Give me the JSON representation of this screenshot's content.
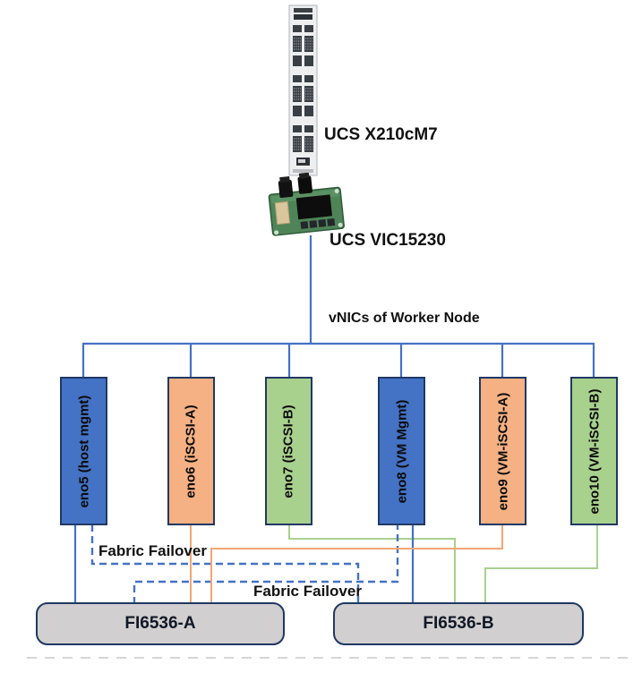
{
  "labels": {
    "server": "UCS X210cM7",
    "vic": "UCS VIC15230",
    "vnics_title": "vNICs of Worker Node",
    "failover_top": "Fabric Failover",
    "failover_bottom": "Fabric Failover"
  },
  "colors": {
    "blue_fill": "#4472C4",
    "orange_fill": "#F5B183",
    "green_fill": "#A9D18E",
    "line_blue": "#4472C4",
    "line_orange": "#F2A575",
    "line_green": "#A9D18E",
    "box_border": "#203864",
    "fi_fill": "#D1CFCF",
    "fi_border": "#1F3864",
    "baseline_gray": "#C9C9C9",
    "text_dark": "#111111"
  },
  "vnics": [
    {
      "id": "eno5",
      "label": "eno5 (host mgmt)",
      "fill": "blue_fill"
    },
    {
      "id": "eno6",
      "label": "eno6 (iSCSI-A)",
      "fill": "orange_fill"
    },
    {
      "id": "eno7",
      "label": "eno7 (iSCSI-B)",
      "fill": "green_fill"
    },
    {
      "id": "eno8",
      "label": "eno8 (VM Mgmt)",
      "fill": "blue_fill"
    },
    {
      "id": "eno9",
      "label": "eno9 (VM-iSCSI-A)",
      "fill": "orange_fill"
    },
    {
      "id": "eno10",
      "label": "eno10 (VM-iSCSI-B)",
      "fill": "green_fill"
    }
  ],
  "fabric_interconnects": [
    {
      "id": "fiA",
      "label": "FI6536-A"
    },
    {
      "id": "fiB",
      "label": "FI6536-B"
    }
  ],
  "connections": [
    {
      "id": "vic-trunk",
      "name": "connection-vic-to-bus",
      "from": "UCS VIC15230",
      "to": "vNIC bus",
      "color": "line_blue",
      "dashed": false,
      "width": 2.2
    },
    {
      "id": "vnic-bus",
      "name": "vnic-bus-line",
      "from": "vNIC bus",
      "to": "vNIC bus",
      "color": "line_blue",
      "dashed": false,
      "width": 2.2
    },
    {
      "id": "drop-eno5",
      "name": "bus-drop-eno5",
      "from": "vNIC bus",
      "to": "eno5",
      "color": "line_blue",
      "dashed": false,
      "width": 2.2
    },
    {
      "id": "drop-eno6",
      "name": "bus-drop-eno6",
      "from": "vNIC bus",
      "to": "eno6",
      "color": "line_blue",
      "dashed": false,
      "width": 2.2
    },
    {
      "id": "drop-eno7",
      "name": "bus-drop-eno7",
      "from": "vNIC bus",
      "to": "eno7",
      "color": "line_blue",
      "dashed": false,
      "width": 2.2
    },
    {
      "id": "drop-eno8",
      "name": "bus-drop-eno8",
      "from": "vNIC bus",
      "to": "eno8",
      "color": "line_blue",
      "dashed": false,
      "width": 2.2
    },
    {
      "id": "drop-eno9",
      "name": "bus-drop-eno9",
      "from": "vNIC bus",
      "to": "eno9",
      "color": "line_blue",
      "dashed": false,
      "width": 2.2
    },
    {
      "id": "drop-eno10",
      "name": "bus-drop-eno10",
      "from": "vNIC bus",
      "to": "eno10",
      "color": "line_blue",
      "dashed": false,
      "width": 2.2
    },
    {
      "id": "eno5-fiA",
      "name": "connection-eno5-to-fi-a",
      "from": "eno5",
      "to": "FI6536-A",
      "color": "line_blue",
      "dashed": false,
      "width": 2.2
    },
    {
      "id": "eno5-failover",
      "name": "failover-eno5-to-fi-b",
      "from": "eno5",
      "to": "FI6536-B",
      "color": "line_blue",
      "dashed": true,
      "width": 2.4
    },
    {
      "id": "eno6-fiA",
      "name": "connection-eno6-to-fi-a",
      "from": "eno6",
      "to": "FI6536-A",
      "color": "line_orange",
      "dashed": false,
      "width": 2
    },
    {
      "id": "eno7-fiB",
      "name": "connection-eno7-to-fi-b",
      "from": "eno7",
      "to": "FI6536-B",
      "color": "line_green",
      "dashed": false,
      "width": 2
    },
    {
      "id": "eno8-fiB",
      "name": "connection-eno8-to-fi-b",
      "from": "eno8",
      "to": "FI6536-B",
      "color": "line_blue",
      "dashed": false,
      "width": 2.2
    },
    {
      "id": "eno8-failover",
      "name": "failover-eno8-to-fi-a",
      "from": "eno8",
      "to": "FI6536-A",
      "color": "line_blue",
      "dashed": true,
      "width": 2.4
    },
    {
      "id": "eno9-fiA",
      "name": "connection-eno9-to-fi-a",
      "from": "eno9",
      "to": "FI6536-A",
      "color": "line_orange",
      "dashed": false,
      "width": 2
    },
    {
      "id": "eno10-fiB",
      "name": "connection-eno10-to-fi-b",
      "from": "eno10",
      "to": "FI6536-B",
      "color": "line_green",
      "dashed": false,
      "width": 2
    },
    {
      "id": "baseline",
      "name": "figure-baseline-dotted",
      "from": "",
      "to": "",
      "color": "baseline_gray",
      "dashed": true,
      "width": 1.6
    }
  ]
}
